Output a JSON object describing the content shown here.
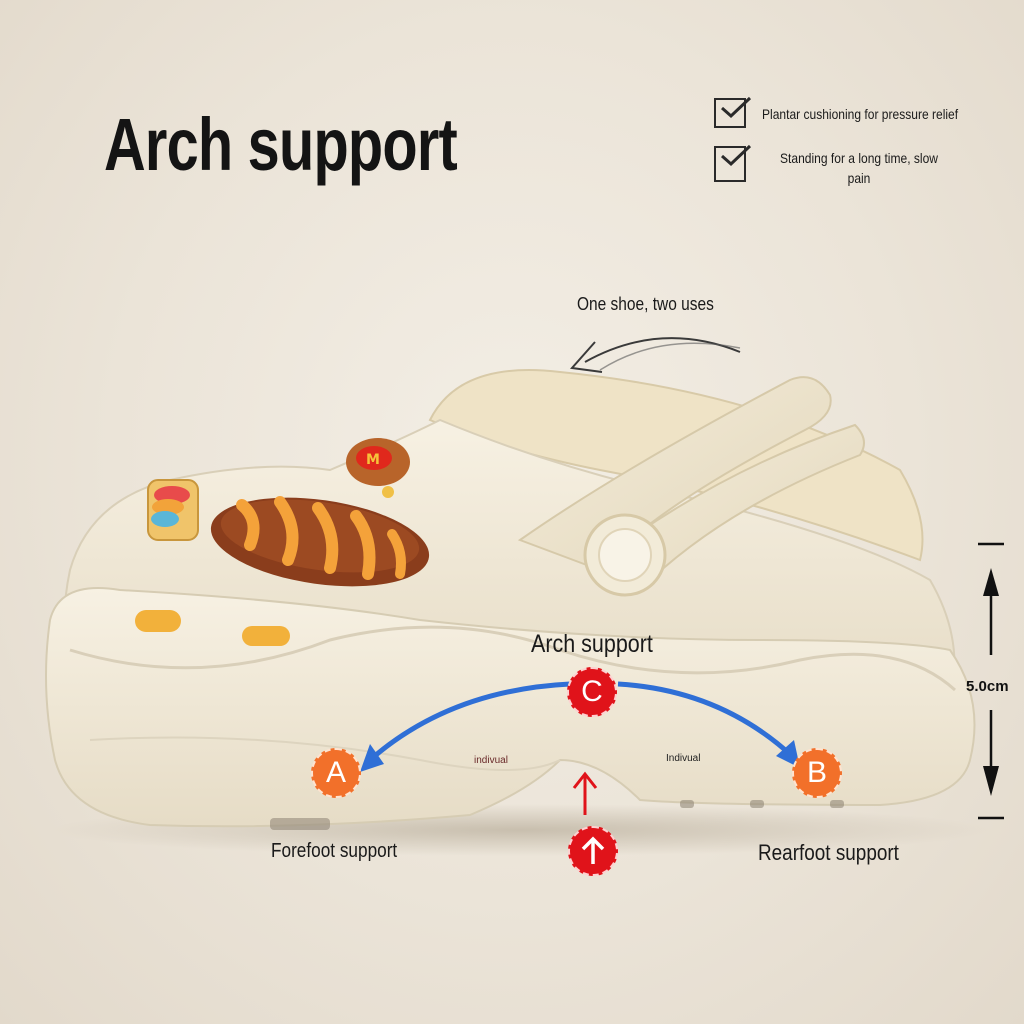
{
  "title": "Arch support",
  "features": [
    {
      "text": "Plantar cushioning for pressure relief"
    },
    {
      "text_line1": "Standing for a long time, slow",
      "text_line2": "pain"
    }
  ],
  "usage_note": "One shoe, two uses",
  "diagram": {
    "arch_label": "Arch support",
    "forefoot_label": "Forefoot support",
    "rearfoot_label": "Rearfoot support",
    "point_a": "A",
    "point_b": "B",
    "point_c": "C",
    "small_text_left": "indivual",
    "small_text_right": "Indivual",
    "height": "5.0cm"
  },
  "colors": {
    "accent_orange": "#f2702a",
    "accent_red": "#e0131a",
    "arc_blue": "#2f6fd6",
    "shoe": "#f1ead8"
  }
}
